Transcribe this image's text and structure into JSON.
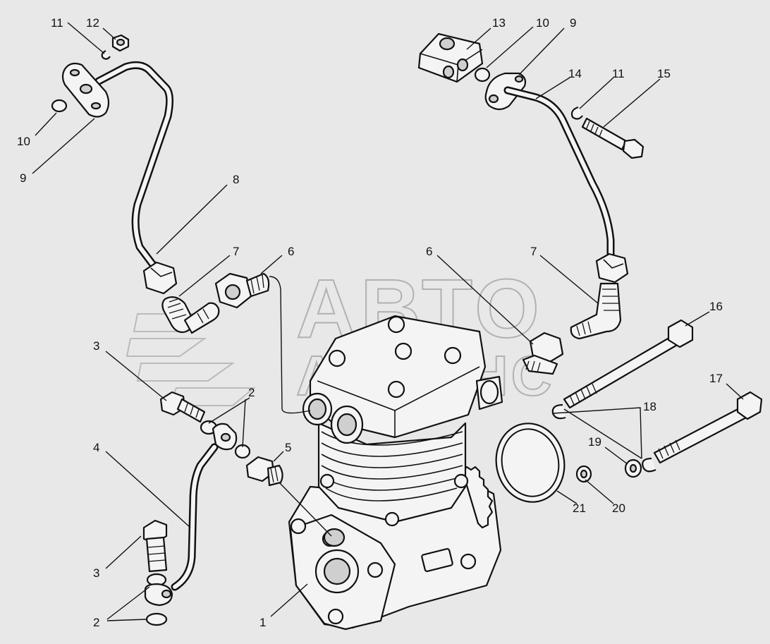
{
  "watermark": {
    "line1": "АВТО",
    "line2": "АЛЬЯНС",
    "color": "#9a9a9a"
  },
  "background_color": "#e8e8e8",
  "callouts": [
    {
      "id": "c1",
      "label": "1"
    },
    {
      "id": "c2a",
      "label": "2"
    },
    {
      "id": "c2b",
      "label": "2"
    },
    {
      "id": "c3a",
      "label": "3"
    },
    {
      "id": "c3b",
      "label": "3"
    },
    {
      "id": "c4",
      "label": "4"
    },
    {
      "id": "c5",
      "label": "5"
    },
    {
      "id": "c6a",
      "label": "6"
    },
    {
      "id": "c6b",
      "label": "6"
    },
    {
      "id": "c7a",
      "label": "7"
    },
    {
      "id": "c7b",
      "label": "7"
    },
    {
      "id": "c8",
      "label": "8"
    },
    {
      "id": "c9a",
      "label": "9"
    },
    {
      "id": "c9b",
      "label": "9"
    },
    {
      "id": "c10a",
      "label": "10"
    },
    {
      "id": "c10b",
      "label": "10"
    },
    {
      "id": "c11a",
      "label": "11"
    },
    {
      "id": "c11b",
      "label": "11"
    },
    {
      "id": "c12",
      "label": "12"
    },
    {
      "id": "c13",
      "label": "13"
    },
    {
      "id": "c14",
      "label": "14"
    },
    {
      "id": "c15",
      "label": "15"
    },
    {
      "id": "c16",
      "label": "16"
    },
    {
      "id": "c17",
      "label": "17"
    },
    {
      "id": "c18",
      "label": "18"
    },
    {
      "id": "c19",
      "label": "19"
    },
    {
      "id": "c20",
      "label": "20"
    },
    {
      "id": "c21",
      "label": "21"
    }
  ]
}
